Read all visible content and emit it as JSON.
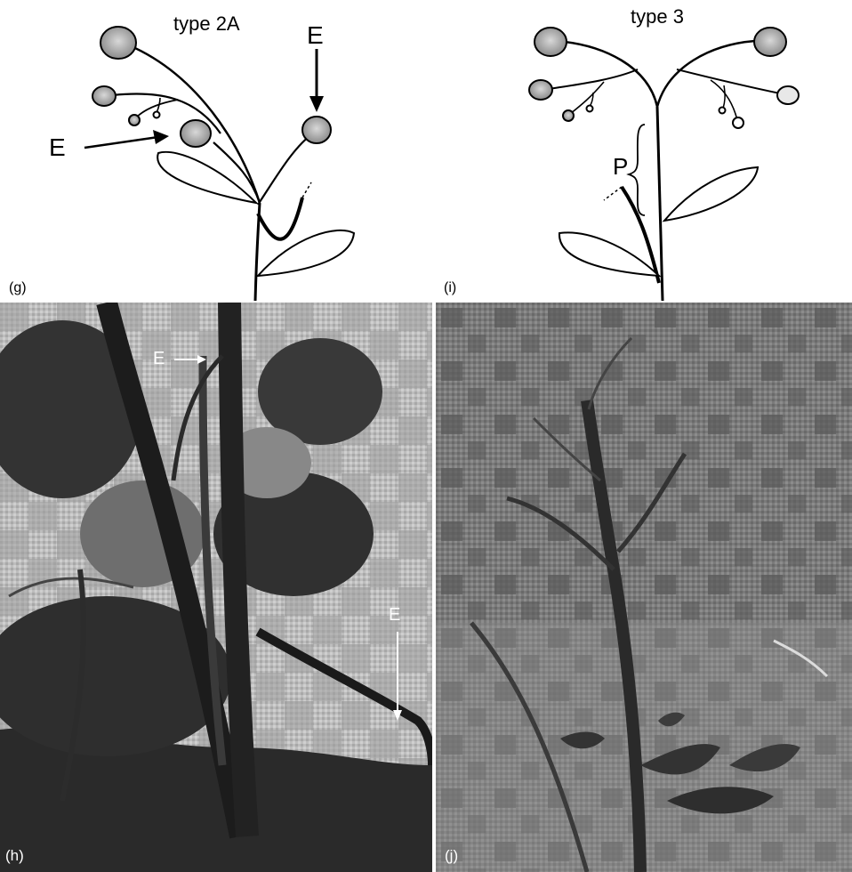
{
  "panels": {
    "g": {
      "label": "(g)",
      "title": "type 2A",
      "marker_1": "E",
      "marker_2": "E"
    },
    "i": {
      "label": "(i)",
      "title": "type 3",
      "marker_p": "P"
    },
    "h": {
      "label": "(h)",
      "marker_1": "E",
      "marker_2": "E"
    },
    "j": {
      "label": "(j)"
    }
  },
  "colors": {
    "ink": "#000000",
    "flower_fill": "#9a9a9a",
    "flower_light": "#d8d8d8",
    "photo_dark": "#2a2a2a",
    "photo_mid": "#6e6e6e",
    "photo_light": "#bdbdbd"
  },
  "icons": [
    "arrow-right-icon",
    "arrow-down-icon",
    "brace-icon"
  ]
}
